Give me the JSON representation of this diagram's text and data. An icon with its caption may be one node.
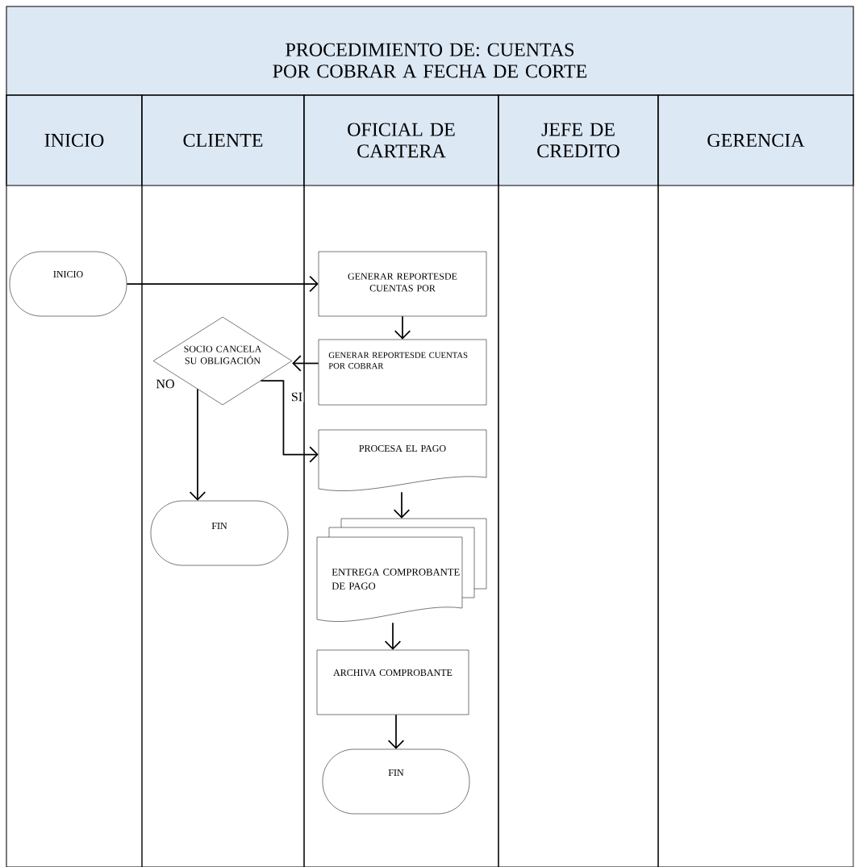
{
  "diagram": {
    "title": "PROCEDIMIENTO DE: CUENTAS POR COBRAR A FECHA DE CORTE",
    "nodes": [
      {
        "text": [
          "INICIO"
        ]
      },
      {
        "text": [
          "CLIENTE"
        ]
      },
      {
        "text": [
          "OFICIAL DE CARTERA"
        ]
      },
      {
        "text": [
          "JEFE DE CREDITO"
        ]
      },
      {
        "text": [
          "GERENCIA"
        ]
      },
      {
        "text": [
          "INICIO"
        ],
        "in": 0
      },
      {
        "text": [
          "GENERAR REPORTESDE CUENTAS POR"
        ],
        "in": 2
      },
      {
        "text": [
          "GENERAR REPORTESDE CUENTAS POR COBRAR"
        ],
        "in": 2
      },
      {
        "text": [
          "SOCIO CANCELA SU OBLIGACIÓN"
        ],
        "in": 1
      },
      {
        "text": [
          "PROCESA EL PAGO"
        ],
        "in": 2
      },
      {
        "text": [
          "FIN"
        ],
        "in": 1
      },
      {
        "text": [
          "ENTREGA COMPROBANTE DE PAGO"
        ],
        "in": 2
      },
      {
        "text": [
          "ARCHIVA COMPROBANTE"
        ],
        "in": 2
      },
      {
        "text": [
          "FIN"
        ],
        "in": 2
      }
    ],
    "edges": [
      {
        "from": 5,
        "to": 6,
        "arrow": "to"
      },
      {
        "from": 6,
        "to": 7,
        "arrow": "to"
      },
      {
        "from": 7,
        "to": 8,
        "arrow": "to"
      },
      {
        "from": 8,
        "to": 9,
        "arrow": "to",
        "label": "SI"
      },
      {
        "from": 8,
        "to": 10,
        "arrow": "to",
        "label": "NO"
      },
      {
        "from": 9,
        "to": 11,
        "arrow": "to"
      },
      {
        "from": 11,
        "to": 12,
        "arrow": "to"
      },
      {
        "from": 12,
        "to": 13,
        "arrow": "to"
      }
    ]
  }
}
